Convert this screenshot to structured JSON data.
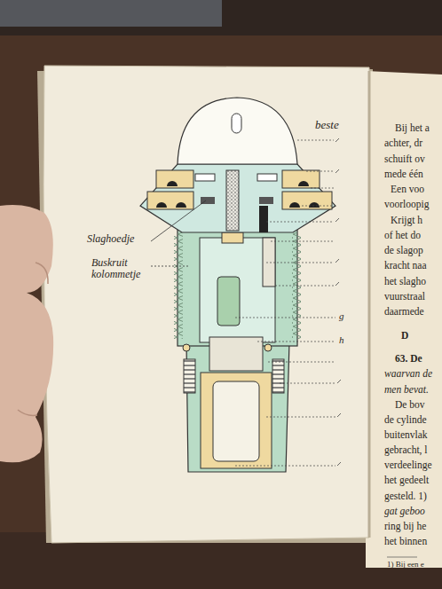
{
  "diagram": {
    "labels": [
      "beste",
      "Slaghoedje",
      "Buskruit kolommetje",
      "g",
      "h",
      "Bij het a",
      "achter, dr",
      "schuift ov",
      "mede één",
      "Een voo",
      "voorloopig",
      "Krijgt h",
      "of het do",
      "de slagop",
      "kracht naa",
      "het slagho",
      "vuurstraal",
      "daarmede",
      "D",
      "63. De",
      "waarvan de",
      "men bevat.",
      "De bov",
      "de cylinde",
      "buitenvlak",
      "gebracht, l",
      "verdeelinge",
      "het gedeelt",
      "gesteld. 1)",
      "gat geboo",
      "ring bij he",
      "het binnen",
      "1) Bij een e"
    ]
  }
}
